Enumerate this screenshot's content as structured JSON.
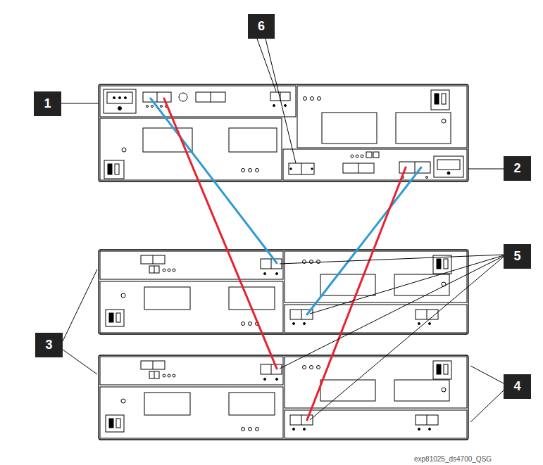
{
  "diagram": {
    "labels": [
      "1",
      "2",
      "6",
      "5",
      "3",
      "4",
      "exp81025_ds4700_QSG"
    ]
  }
}
